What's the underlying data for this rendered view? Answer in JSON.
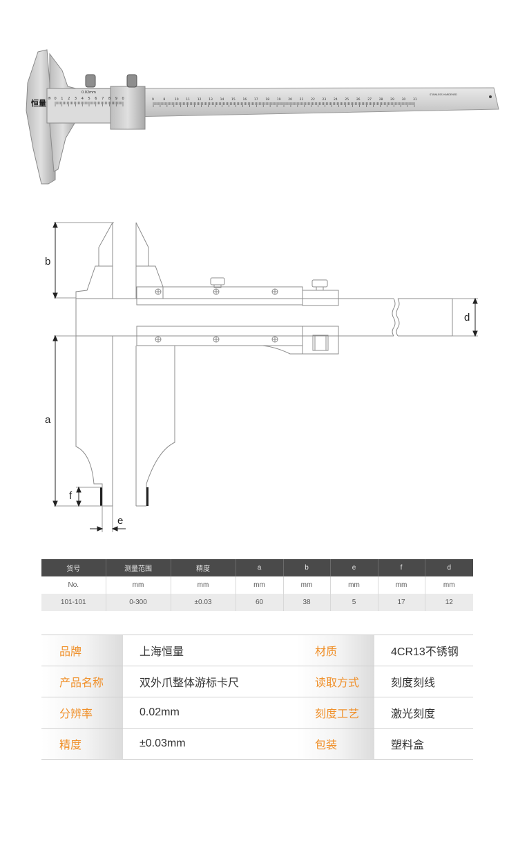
{
  "photo": {
    "brand_mark": "恒量",
    "registered_mark": "®",
    "vernier_reading": "0.02mm",
    "vernier_ticks": [
      "0",
      "1",
      "2",
      "3",
      "4",
      "5",
      "6",
      "7",
      "8",
      "9",
      "0"
    ],
    "main_scale_ticks": [
      "9",
      "8",
      "10",
      "11",
      "12",
      "13",
      "14",
      "15",
      "16",
      "17",
      "18",
      "19",
      "20",
      "21",
      "22",
      "23",
      "24",
      "25",
      "26",
      "27",
      "28",
      "29",
      "30",
      "31"
    ],
    "beam_engraving": "STAINLESS HARDENED"
  },
  "diagram": {
    "labels": {
      "a": "a",
      "b": "b",
      "d": "d",
      "e": "e",
      "f": "f"
    }
  },
  "spec_table": {
    "headers": [
      "货号",
      "测量范围",
      "精度",
      "a",
      "b",
      "e",
      "f",
      "d"
    ],
    "units": [
      "No.",
      "mm",
      "mm",
      "mm",
      "mm",
      "mm",
      "mm",
      "mm"
    ],
    "values": [
      "101-101",
      "0-300",
      "±0.03",
      "60",
      "38",
      "5",
      "17",
      "12"
    ]
  },
  "info_table": {
    "rows": [
      {
        "k1": "品牌",
        "v1": "上海恒量",
        "k2": "材质",
        "v2": "4CR13不锈钢"
      },
      {
        "k1": "产品名称",
        "v1": "双外爪整体游标卡尺",
        "k2": "读取方式",
        "v2": "刻度刻线"
      },
      {
        "k1": "分辨率",
        "v1": "0.02mm",
        "k2": "刻度工艺",
        "v2": "激光刻度"
      },
      {
        "k1": "精度",
        "v1": "±0.03mm",
        "k2": "包装",
        "v2": "塑料盒"
      }
    ]
  },
  "colors": {
    "header_bg": "#4a4a4a",
    "accent_orange": "#f0902a",
    "row_alt": "#ebebeb"
  }
}
